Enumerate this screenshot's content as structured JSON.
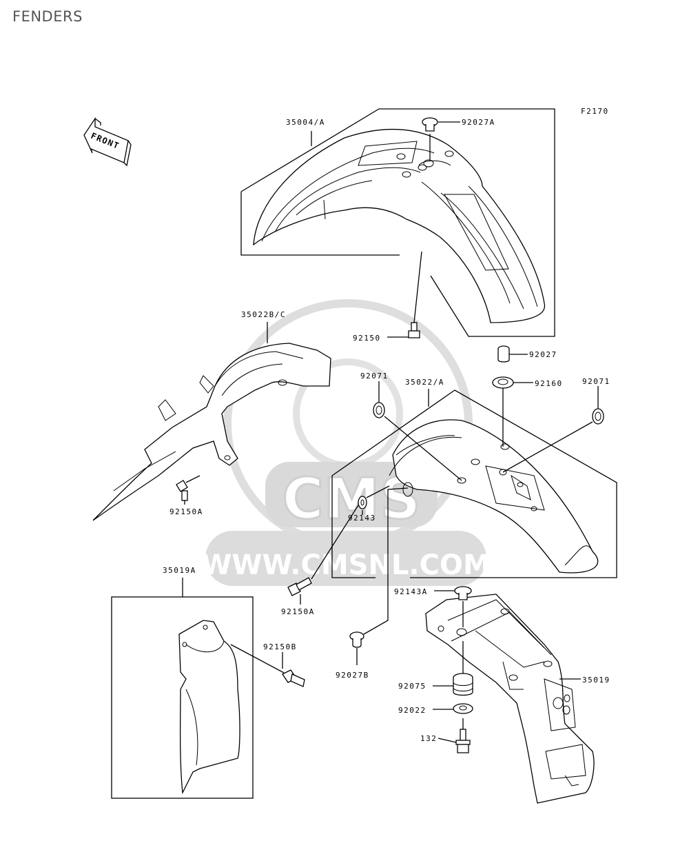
{
  "title": "FENDERS",
  "figure_code": "F2170",
  "front_label": "FRONT",
  "watermark": {
    "brand": "CMS",
    "url": "WWW.CMSNL.COM"
  },
  "labels": {
    "p35004A": "35004/A",
    "p92027A": "92027A",
    "p35022BC": "35022B/C",
    "p92150": "92150",
    "p92027": "92027",
    "p92071_left": "92071",
    "p35022A": "35022/A",
    "p92160": "92160",
    "p92071_right": "92071",
    "p92150A_upper": "92150A",
    "p92143": "92143",
    "p92150A_lower": "92150A",
    "p35019A": "35019A",
    "p92143A": "92143A",
    "p92150B": "92150B",
    "p92027B": "92027B",
    "p35019": "35019",
    "p92075": "92075",
    "p92022": "92022",
    "p132": "132"
  },
  "colors": {
    "line": "#000000",
    "watermark": "#d9d9d9",
    "title": "#555555"
  }
}
